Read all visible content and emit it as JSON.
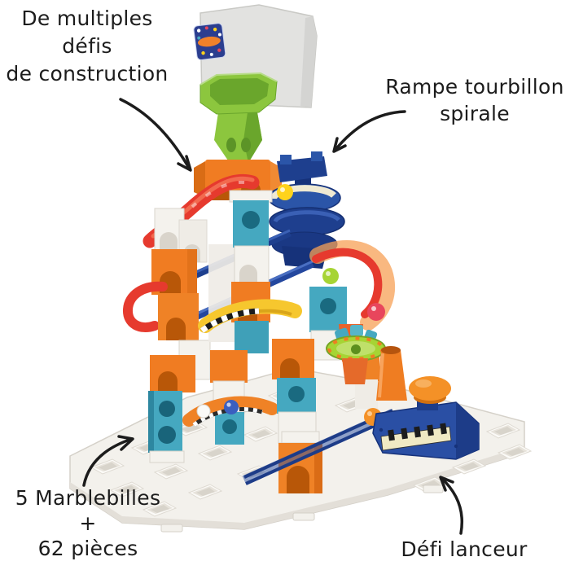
{
  "annotations": {
    "construction": {
      "lines": [
        "De multiples",
        "défis",
        "de construction"
      ]
    },
    "spiral": {
      "lines": [
        "Rampe tourbillon",
        "spirale"
      ]
    },
    "pieces": {
      "lines": [
        "5 Marblebilles",
        "+",
        "62 pièces"
      ]
    },
    "launcher": {
      "lines": [
        "Défi lanceur"
      ]
    }
  },
  "counts": {
    "marbles": 5,
    "pieces": 62
  },
  "palette": {
    "ink": "#1c1c1c",
    "orange": "#f07c22",
    "orange_dark": "#d2620f",
    "red": "#e63a2e",
    "navy": "#1e3f8e",
    "navy_light": "#3a60b5",
    "teal": "#45a8c0",
    "teal_dark": "#2d87a0",
    "green": "#8cc63e",
    "green_dark": "#64a42a",
    "lime": "#a6d434",
    "yellow": "#f6c72e",
    "yellow_ball": "#ffd31c",
    "pink_ball": "#e8465c",
    "blue_marble": "#3a5fc0",
    "white_part": "#f4f2ed",
    "backboard": "#e2e2e0",
    "base": "#f3f1ec",
    "launcher_blue": "#2a4fa4",
    "hazard_cream": "#efe9c4"
  }
}
